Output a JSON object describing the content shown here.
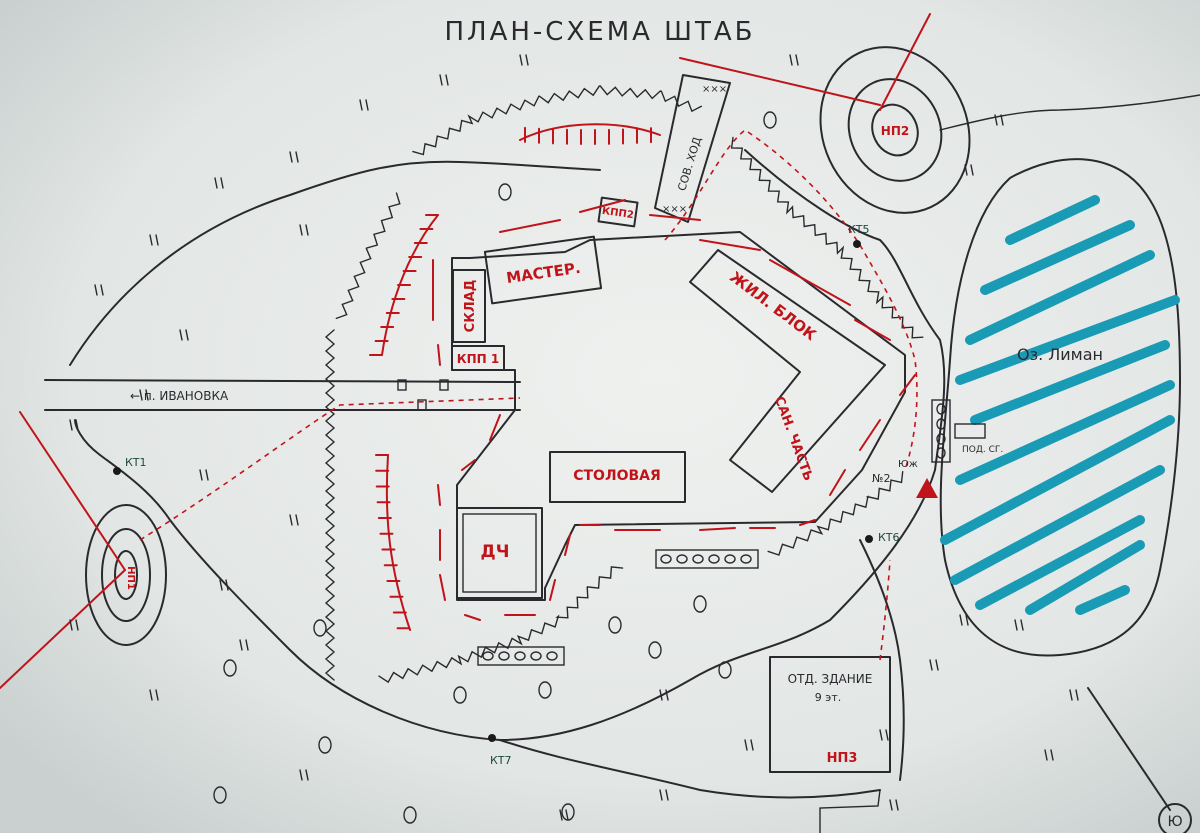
{
  "title": "ПЛАН-СХЕМА ШТАБ",
  "colors": {
    "paper": "#e6e9e8",
    "ink": "#2a2a2e",
    "red": "#c0141a",
    "lake_stripes": "#1a9bb5",
    "green_label": "#1e4a3a"
  },
  "road_label": "← п. ИВАНОВКА",
  "lake_label": "Оз. Лиман",
  "buildings": {
    "master": "МАСТЕР.",
    "sklad": "СКЛАД",
    "kpp1": "КПП 1",
    "kpp2": "КПП2",
    "zhil_blok": "ЖИЛ. БЛОК",
    "san_chast": "САН. ЧАСТЬ",
    "stolovaya": "СТОЛОВАЯ",
    "dch": "ДЧ",
    "otd_zdanie": "ОТД. ЗДАНИЕ",
    "otd_floors": "9 эт.",
    "np3": "НП3"
  },
  "observation_posts": {
    "np1": "НП1",
    "np2": "НП2"
  },
  "checkpoints": {
    "kt1": "КТ1",
    "kt5": "КТ5",
    "kt6": "КТ6",
    "kt7": "КТ7"
  },
  "trench_label": "СОВ. ХОД",
  "bridge_label": "ПОД. СГ.",
  "post_label": "№2",
  "post_south_label": "Юж",
  "south_label": "Ю"
}
